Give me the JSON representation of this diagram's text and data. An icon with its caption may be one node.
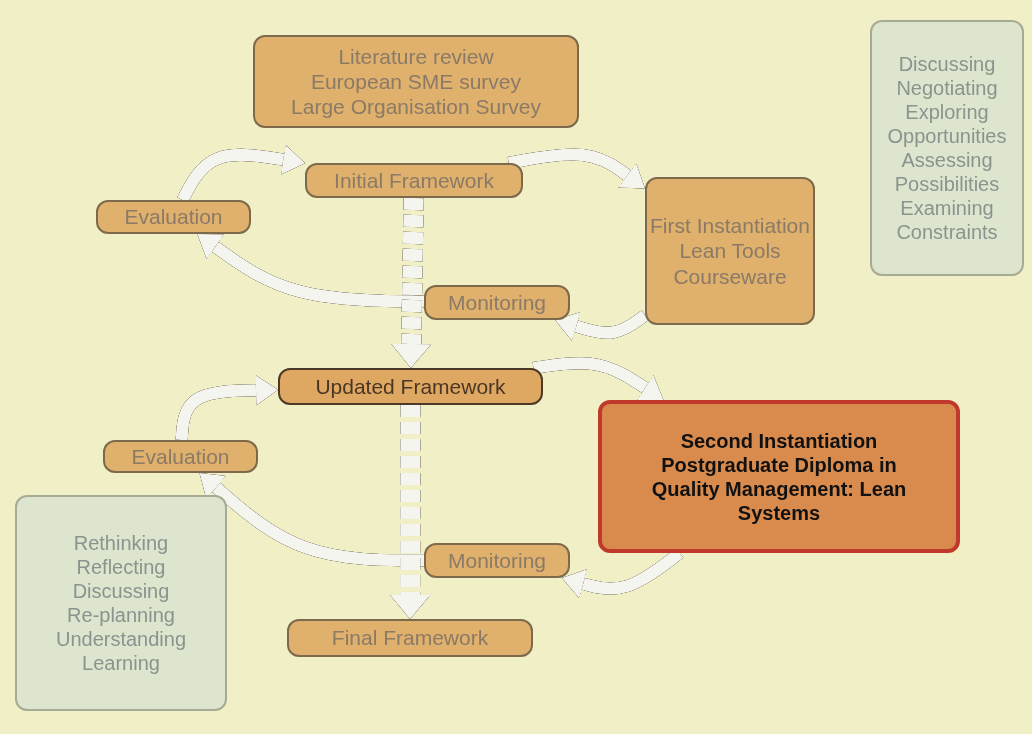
{
  "diagram": {
    "nodes": [
      {
        "text": [
          "Literature review",
          "European SME survey",
          "Large Organisation Survey"
        ]
      },
      {
        "text": [
          "Initial Framework"
        ]
      },
      {
        "text": [
          "First Instantiation",
          "Lean Tools",
          "Courseware"
        ]
      },
      {
        "text": [
          "Evaluation"
        ]
      },
      {
        "text": [
          "Monitoring"
        ]
      },
      {
        "text": [
          "Updated Framework"
        ]
      },
      {
        "text": [
          "Second Instantiation",
          "Postgraduate Diploma in Quality Management: Lean Systems"
        ]
      },
      {
        "text": [
          "Evaluation"
        ]
      },
      {
        "text": [
          "Monitoring"
        ]
      },
      {
        "text": [
          "Final Framework"
        ]
      },
      {
        "text": [
          "Discussing",
          "Negotiating",
          "Exploring",
          "Opportunities",
          "Assessing",
          "Possibilities",
          "Examining",
          "Constraints"
        ]
      },
      {
        "text": [
          "Rethinking",
          "Reflecting",
          "Discussing",
          "Re-planning",
          "Understanding",
          "Learning"
        ]
      }
    ],
    "edges": [
      {
        "from": 3,
        "to": 1,
        "arrow": "to"
      },
      {
        "from": 1,
        "to": 2,
        "arrow": "to"
      },
      {
        "from": 2,
        "to": 4,
        "arrow": "to"
      },
      {
        "from": 4,
        "to": 3,
        "arrow": "to"
      },
      {
        "from": 1,
        "to": 5,
        "arrow": "to",
        "style": "dashed"
      },
      {
        "from": 5,
        "to": 6,
        "arrow": "to"
      },
      {
        "from": 6,
        "to": 8,
        "arrow": "to"
      },
      {
        "from": 8,
        "to": 7,
        "arrow": "to"
      },
      {
        "from": 7,
        "to": 5,
        "arrow": "to"
      },
      {
        "from": 5,
        "to": 9,
        "arrow": "to",
        "style": "dashed"
      }
    ]
  }
}
